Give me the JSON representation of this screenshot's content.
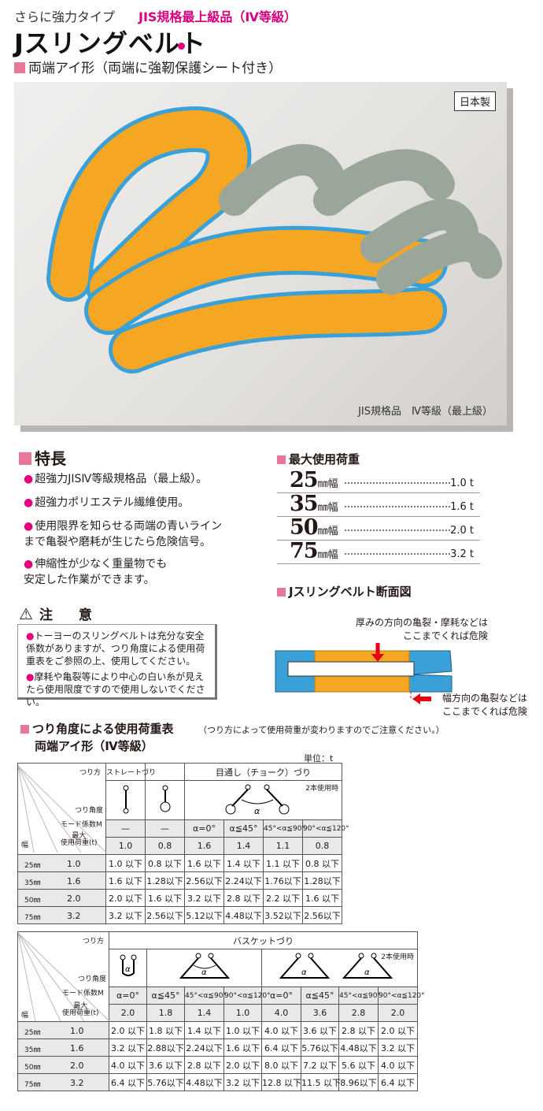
{
  "header": {
    "tag1": "さらに強力タイプ",
    "tag2": "JIS規格最上級品（Ⅳ等級）",
    "title": "Jスリングベルト",
    "subtitle": "両端アイ形（両端に強靭保護シート付き）"
  },
  "photo": {
    "made_in": "日本製",
    "caption": "JIS規格品　Ⅳ等級（最上級）"
  },
  "features": {
    "title": "特長",
    "items": [
      "超強力JISⅣ等級規格品（最上級）。",
      "超強力ポリエステル繊維使用。",
      "使用限界を知らせる両端の青いライン\nまで亀裂や磨耗が生じたら危険信号。",
      "伸縮性が少なく重量物でも\n安定した作業ができます。"
    ]
  },
  "caution": {
    "title": "注　意",
    "items": [
      "トーヨーのスリングベルトは充分な安全\n係数がありますが、つり角度による使用荷\n重表をご参照の上、使用してください。",
      "摩耗や亀裂等により中心の白い糸が見え\nたら使用限度ですので使用しないでください。"
    ]
  },
  "max_load": {
    "title": "最大使用荷重",
    "unit": "㎜幅",
    "rows": [
      {
        "width": "25",
        "value": "1.0 t"
      },
      {
        "width": "35",
        "value": "1.6 t"
      },
      {
        "width": "50",
        "value": "2.0 t"
      },
      {
        "width": "75",
        "value": "3.2 t"
      }
    ]
  },
  "section": {
    "title": "Jスリングベルト断面図",
    "label1": "厚みの方向の亀裂・摩耗などは\nここまでくれば危険",
    "label2": "幅方向の亀裂などは\nここまでくれば危険"
  },
  "table": {
    "title": "つり角度による使用荷重表",
    "note": "（つり方によって使用荷重が変わりますのでご注意ください。）",
    "subtitle": "両端アイ形（Ⅳ等級）",
    "unit": "単位：t",
    "corner": {
      "tsurikata": "つり方",
      "angle": "つり角度",
      "mode": "モード係数M",
      "max": "最大\n使用荷重(t)",
      "width": "幅"
    },
    "alpha": "α",
    "t1": {
      "straight": "ストレートづり",
      "choke": "目通し（チョーク）づり",
      "two": "2本使用時",
      "angles": [
        "—",
        "—",
        "α=0°",
        "α≦45°",
        "45°<α≦90°",
        "90°<α≦120°"
      ],
      "mode": [
        "1.0",
        "0.8",
        "1.6",
        "1.4",
        "1.1",
        "0.8"
      ],
      "rows": [
        {
          "w": "25㎜",
          "max": "1.0",
          "v": [
            "1.0 以下",
            "0.8 以下",
            "1.6 以下",
            "1.4 以下",
            "1.1 以下",
            "0.8 以下"
          ]
        },
        {
          "w": "35㎜",
          "max": "1.6",
          "v": [
            "1.6 以下",
            "1.28以下",
            "2.56以下",
            "2.24以下",
            "1.76以下",
            "1.28以下"
          ]
        },
        {
          "w": "50㎜",
          "max": "2.0",
          "v": [
            "2.0 以下",
            "1.6 以下",
            "3.2 以下",
            "2.8 以下",
            "2.2 以下",
            "1.6 以下"
          ]
        },
        {
          "w": "75㎜",
          "max": "3.2",
          "v": [
            "3.2 以下",
            "2.56以下",
            "5.12以下",
            "4.48以下",
            "3.52以下",
            "2.56以下"
          ]
        }
      ]
    },
    "t2": {
      "basket": "バスケットづり",
      "two": "2本使用時",
      "angles": [
        "α=0°",
        "α≦45°",
        "45°<α≦90°",
        "90°<α≦120°",
        "α=0°",
        "α≦45°",
        "45°<α≦90°",
        "90°<α≦120°"
      ],
      "mode": [
        "2.0",
        "1.8",
        "1.4",
        "1.0",
        "4.0",
        "3.6",
        "2.8",
        "2.0"
      ],
      "rows": [
        {
          "w": "25㎜",
          "max": "1.0",
          "v": [
            "2.0 以下",
            "1.8 以下",
            "1.4 以下",
            "1.0 以下",
            "4.0 以下",
            "3.6 以下",
            "2.8 以下",
            "2.0 以下"
          ]
        },
        {
          "w": "35㎜",
          "max": "1.6",
          "v": [
            "3.2 以下",
            "2.88以下",
            "2.24以下",
            "1.6 以下",
            "6.4 以下",
            "5.76以下",
            "4.48以下",
            "3.2 以下"
          ]
        },
        {
          "w": "50㎜",
          "max": "2.0",
          "v": [
            "4.0 以下",
            "3.6 以下",
            "2.8 以下",
            "2.0 以下",
            "8.0 以下",
            "7.2 以下",
            "5.6 以下",
            "4.0 以下"
          ]
        },
        {
          "w": "75㎜",
          "max": "3.2",
          "v": [
            "6.4 以下",
            "5.76以下",
            "4.48以下",
            "3.2 以下",
            "12.8 以下",
            "11.5 以下",
            "8.96以下",
            "6.4 以下"
          ]
        }
      ]
    }
  },
  "colors": {
    "accent": "#e4007f",
    "orange": "#f5a623",
    "blue": "#3aa0d8",
    "gray": "#9aa69a"
  }
}
